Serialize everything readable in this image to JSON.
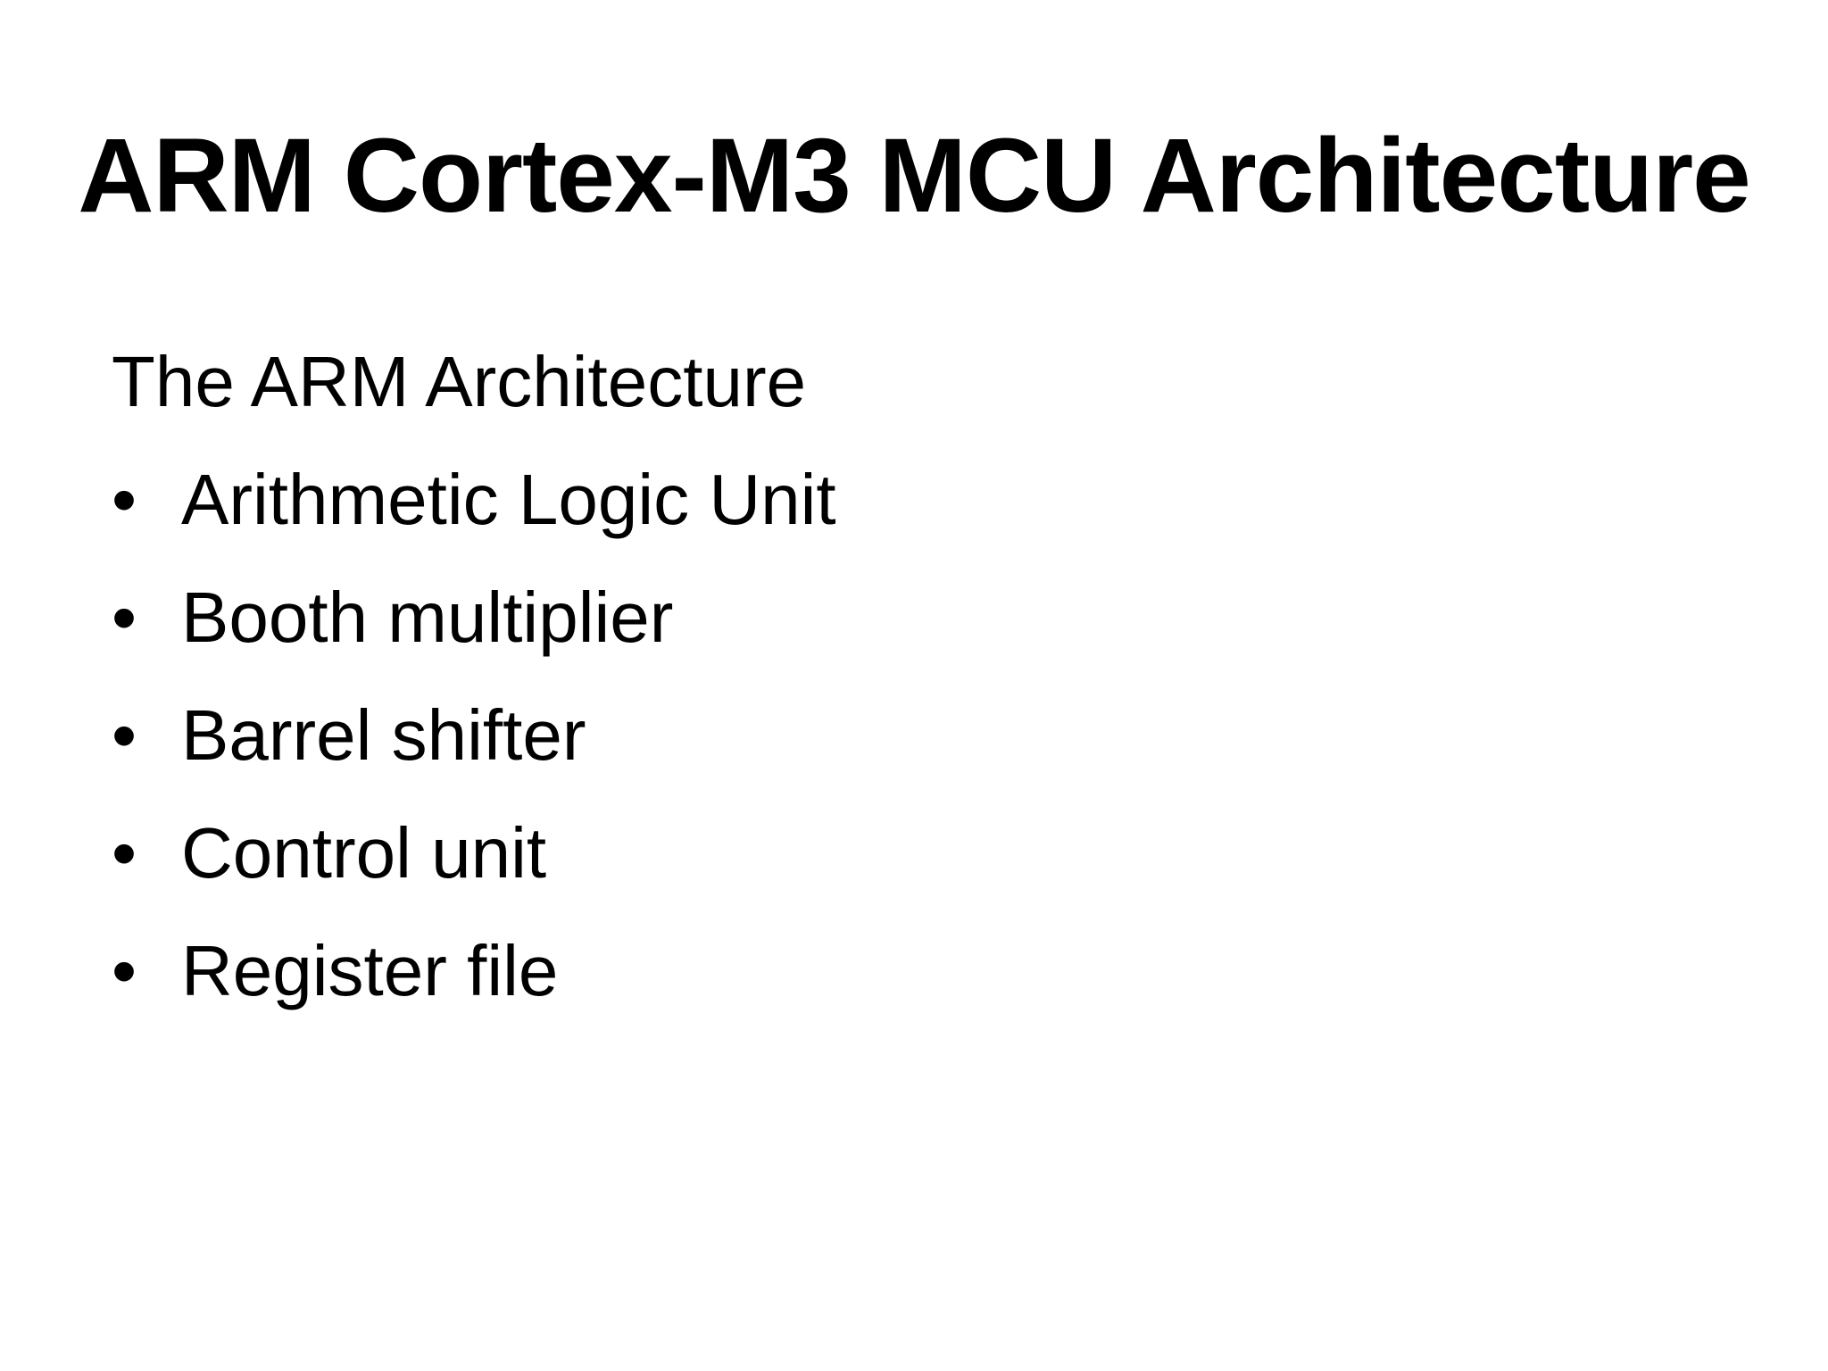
{
  "slide": {
    "title": "ARM Cortex-M3 MCU Architecture",
    "heading": "The ARM Architecture",
    "bullet_glyph": "•",
    "bullets": [
      "Arithmetic Logic Unit",
      "Booth multiplier",
      "Barrel shifter",
      "Control unit",
      "Register file"
    ]
  }
}
